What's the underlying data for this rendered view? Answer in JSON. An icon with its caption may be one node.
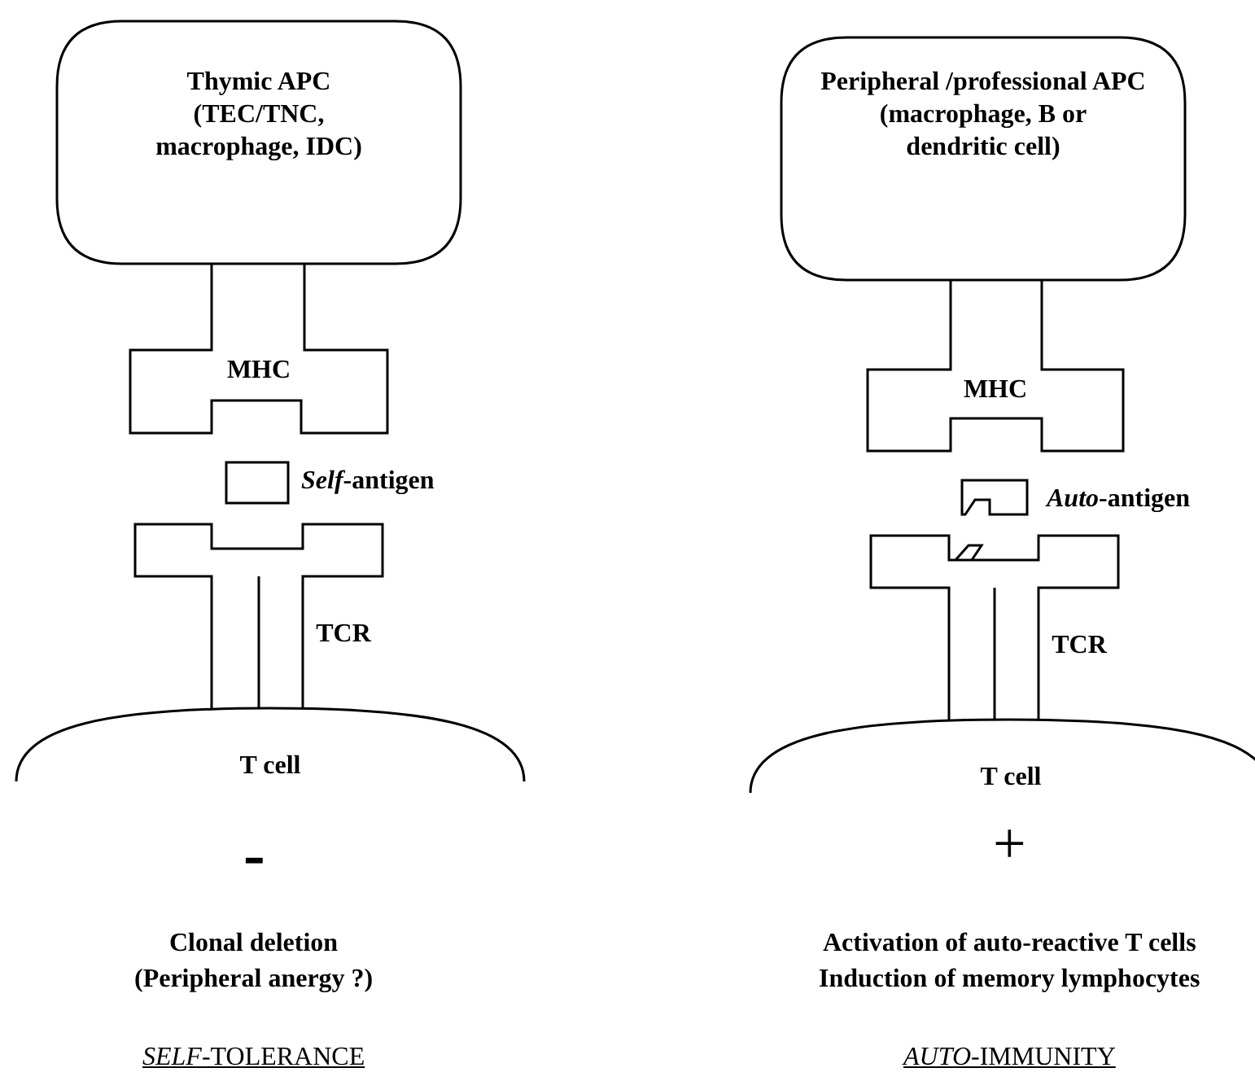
{
  "diagram": {
    "nodes": [
      {
        "text": [
          "Thymic APC",
          "(TEC/TNC, macrophage, IDC)"
        ]
      },
      {
        "text": [
          "MHC"
        ]
      },
      {
        "text": [],
        "shape": "box",
        "beside": [
          "*Self*-antigen"
        ]
      },
      {
        "text": [
          "TCR"
        ]
      },
      {
        "text": [
          "T cell"
        ]
      },
      {
        "text": [
          "Peripheral /professional APC",
          "(macrophage, B or dendritic cell)"
        ]
      },
      {
        "text": [
          "MHC"
        ]
      },
      {
        "text": [],
        "shape": "box",
        "beside": [
          "*Auto*-antigen"
        ]
      },
      {
        "text": [
          "TCR"
        ]
      },
      {
        "text": [
          "T cell"
        ]
      }
    ],
    "edges": [],
    "labels": [
      "-",
      "Clonal deletion",
      "(Peripheral anergy ?)",
      "*SELF*-TOLERANCE",
      "+",
      "Activation of auto-reactive T cells",
      "Induction of memory lymphocytes",
      "*AUTO*-IMMUNITY"
    ]
  }
}
